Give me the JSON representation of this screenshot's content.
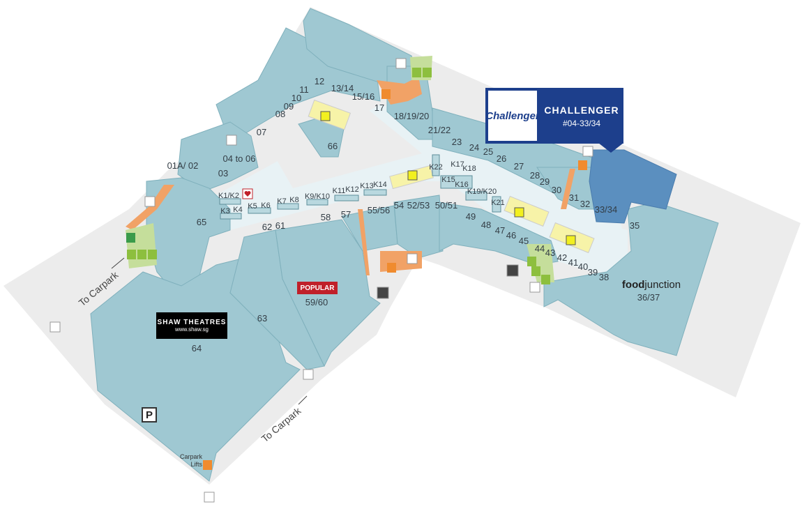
{
  "map": {
    "units": [
      {
        "id": "01A/02",
        "label": "01A/ 02"
      },
      {
        "id": "03",
        "label": "03"
      },
      {
        "id": "04-06",
        "label": "04 to 06"
      },
      {
        "id": "07",
        "label": "07"
      },
      {
        "id": "08",
        "label": "08"
      },
      {
        "id": "09",
        "label": "09"
      },
      {
        "id": "10",
        "label": "10"
      },
      {
        "id": "11",
        "label": "11"
      },
      {
        "id": "12",
        "label": "12"
      },
      {
        "id": "13/14",
        "label": "13/14"
      },
      {
        "id": "15/16",
        "label": "15/16"
      },
      {
        "id": "17",
        "label": "17"
      },
      {
        "id": "18/19/20",
        "label": "18/19/20"
      },
      {
        "id": "21/22",
        "label": "21/22"
      },
      {
        "id": "23",
        "label": "23"
      },
      {
        "id": "24",
        "label": "24"
      },
      {
        "id": "25",
        "label": "25"
      },
      {
        "id": "26",
        "label": "26"
      },
      {
        "id": "27",
        "label": "27"
      },
      {
        "id": "28",
        "label": "28"
      },
      {
        "id": "29",
        "label": "29"
      },
      {
        "id": "30",
        "label": "30"
      },
      {
        "id": "31",
        "label": "31"
      },
      {
        "id": "32",
        "label": "32"
      },
      {
        "id": "33/34",
        "label": "33/34"
      },
      {
        "id": "35",
        "label": "35"
      },
      {
        "id": "36/37",
        "label": "36/37"
      },
      {
        "id": "38",
        "label": "38"
      },
      {
        "id": "39",
        "label": "39"
      },
      {
        "id": "40",
        "label": "40"
      },
      {
        "id": "41",
        "label": "41"
      },
      {
        "id": "42",
        "label": "42"
      },
      {
        "id": "43",
        "label": "43"
      },
      {
        "id": "44",
        "label": "44"
      },
      {
        "id": "45",
        "label": "45"
      },
      {
        "id": "46",
        "label": "46"
      },
      {
        "id": "47",
        "label": "47"
      },
      {
        "id": "48",
        "label": "48"
      },
      {
        "id": "49",
        "label": "49"
      },
      {
        "id": "50/51",
        "label": "50/51"
      },
      {
        "id": "52/53",
        "label": "52/53"
      },
      {
        "id": "54",
        "label": "54"
      },
      {
        "id": "55/56",
        "label": "55/56"
      },
      {
        "id": "57",
        "label": "57"
      },
      {
        "id": "58",
        "label": "58"
      },
      {
        "id": "59/60",
        "label": "59/60"
      },
      {
        "id": "61",
        "label": "61"
      },
      {
        "id": "62",
        "label": "62"
      },
      {
        "id": "63",
        "label": "63"
      },
      {
        "id": "64",
        "label": "64"
      },
      {
        "id": "65",
        "label": "65"
      },
      {
        "id": "66",
        "label": "66"
      }
    ],
    "kiosks": [
      {
        "id": "K1/K2",
        "label": "K1/K2"
      },
      {
        "id": "K3",
        "label": "K3"
      },
      {
        "id": "K4",
        "label": "K4"
      },
      {
        "id": "K5",
        "label": "K5"
      },
      {
        "id": "K6",
        "label": "K6"
      },
      {
        "id": "K7",
        "label": "K7"
      },
      {
        "id": "K8",
        "label": "K8"
      },
      {
        "id": "K9/K10",
        "label": "K9/K10"
      },
      {
        "id": "K11",
        "label": "K11"
      },
      {
        "id": "K12",
        "label": "K12"
      },
      {
        "id": "K13",
        "label": "K13"
      },
      {
        "id": "K14",
        "label": "K14"
      },
      {
        "id": "K15",
        "label": "K15"
      },
      {
        "id": "K16",
        "label": "K16"
      },
      {
        "id": "K17",
        "label": "K17"
      },
      {
        "id": "K18",
        "label": "K18"
      },
      {
        "id": "K19/K20",
        "label": "K19/K20"
      },
      {
        "id": "K21",
        "label": "K21"
      },
      {
        "id": "K22",
        "label": "K22"
      }
    ],
    "callout": {
      "brand": "CHALLENGER",
      "unit": "#04-33/34",
      "logo": "Challenger"
    },
    "highlighted_unit": "33/34",
    "anchors": {
      "shaw_line1": "SHAW THEATRES",
      "shaw_line2": "www.shaw.sg",
      "popular": "POPULAR",
      "foodjunction_bold": "food",
      "foodjunction_rest": "junction"
    },
    "carpark_labels": {
      "left": "To Carpark",
      "bottom": "To Carpark"
    },
    "parking_label": "P",
    "carpark_lifts_line1": "Carpark",
    "carpark_lifts_line2": "Lifts",
    "icons": [
      "escalator-icon",
      "lift-icon",
      "toilet-icon",
      "accessible-toilet-icon",
      "family-room-icon",
      "staircase-icon",
      "aed-icon",
      "service-lift-icon"
    ],
    "colors": {
      "unit": "#9fc8d2",
      "unit_stroke": "#7fb0bc",
      "corridor": "#e8f2f5",
      "floor": "#ececec",
      "highlight": "#5b8fbf",
      "callout": "#1d3f8c",
      "amenity_green": "#c5de9b",
      "escalator": "#f2f01f",
      "orange": "#f1a266"
    }
  }
}
